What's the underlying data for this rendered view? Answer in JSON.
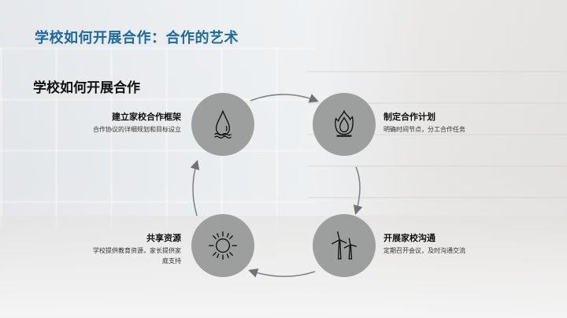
{
  "slide": {
    "title": "学校如何开展合作：合作的艺术",
    "subtitle": "学校如何开展合作",
    "accent_color": "#1e6aa0",
    "circle_color": "#9d9e9e"
  },
  "steps": [
    {
      "title": "建立家校合作框架",
      "desc": "合作协议的详细规划和目标设立",
      "icon": "water-drop-icon"
    },
    {
      "title": "制定合作计划",
      "desc": "明确时间节点，分工合作任务",
      "icon": "flame-icon"
    },
    {
      "title": "开展家校沟通",
      "desc": "定期召开会议，及时沟通交流",
      "icon": "wind-turbine-icon"
    },
    {
      "title": "共享资源",
      "desc": "学校提供教育资源，家长提供家庭支持",
      "icon": "sun-icon"
    }
  ]
}
